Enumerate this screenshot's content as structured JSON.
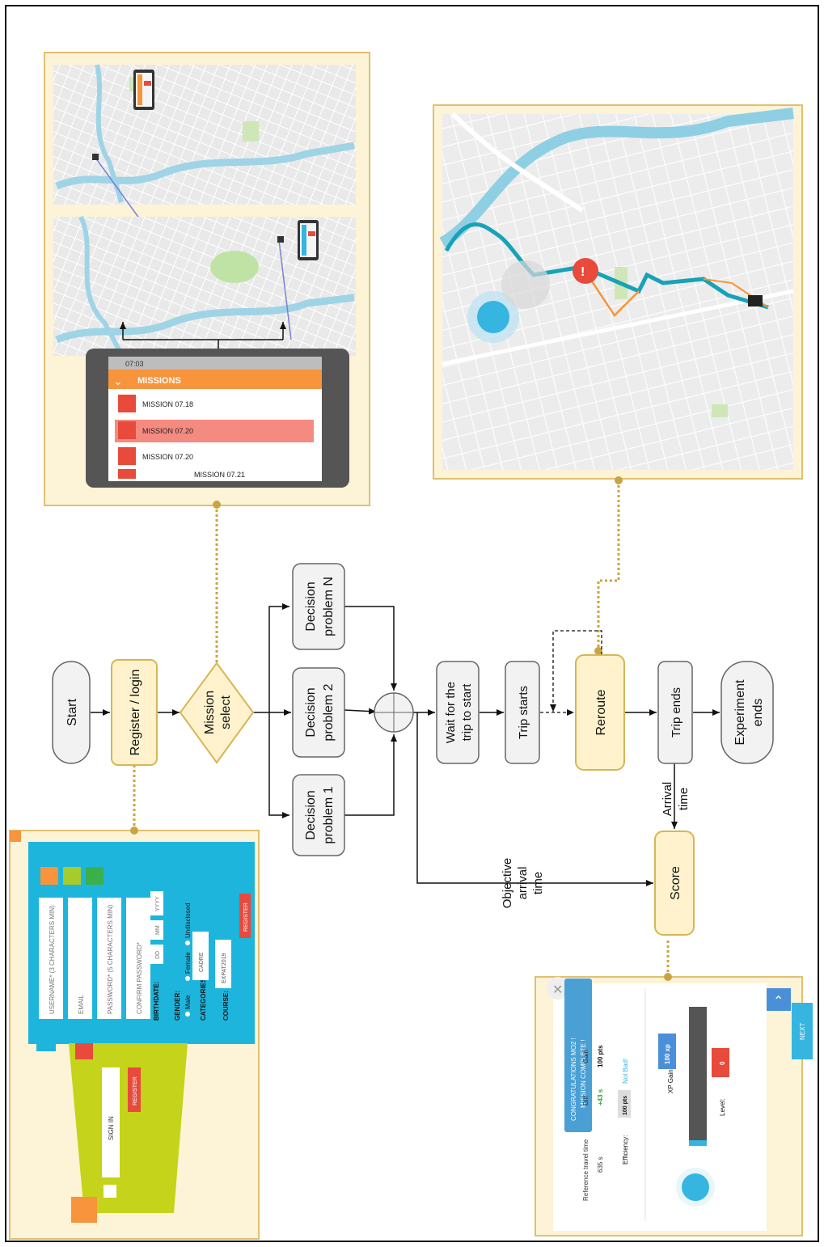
{
  "flow": {
    "start": "Start",
    "register": "Register / login",
    "mission_select": [
      "Mission",
      "select"
    ],
    "decision_1": [
      "Decision",
      "problem 1"
    ],
    "decision_2": [
      "Decision",
      "problem 2"
    ],
    "decision_n": [
      "Decision",
      "problem N"
    ],
    "wait": [
      "Wait for the",
      "trip to start"
    ],
    "trip_starts": "Trip starts",
    "reroute": "Reroute",
    "trip_ends": "Trip ends",
    "experiment_ends": [
      "Experiment",
      "ends"
    ],
    "score": "Score",
    "objective_arrival_time": [
      "Objective",
      "arrival",
      "time"
    ],
    "arrival_time": [
      "Arrival",
      "time"
    ]
  },
  "login_screen": {
    "username_placeholder": "USERNAME* (3 CHARACTERS MIN)",
    "email_placeholder": "EMAIL",
    "password_placeholder": "PASSWORD* (5 CHARACTERS MIN)",
    "confirm_placeholder": "CONFIRM PASSWORD*",
    "birthdate_label": "BIRTHDATE:",
    "dd": "DD",
    "mm": "MM",
    "yyyy": "YYYY",
    "gender_label": "GENDER:",
    "gender_options": [
      "Male",
      "Female",
      "Undisclosed"
    ],
    "categories_label": "CATEGORIES:",
    "categories_value": "CADRE",
    "course_label": "COURSE:",
    "course_value": "EXPAT2019",
    "register_button": "REGISTER",
    "sign_in_button": "SIGN IN",
    "register_small_button": "REGISTER"
  },
  "missions_screen": {
    "time": "07:03",
    "title": "MISSIONS",
    "items": [
      "MISSION 07.18",
      "MISSION 07.20",
      "MISSION 07.20",
      "MISSION 07.21"
    ]
  },
  "score_screen": {
    "banner": [
      "CONGRATULATIONS MO2 !",
      "MISSION COMPLETE !"
    ],
    "reference_label": "Reference travel time",
    "reference_value": "635 s",
    "diff_label": "Diff",
    "diff_value": "+43 s",
    "gain_label": "Gain",
    "gain_value": "100 pts",
    "efficiency_label": "Efficiency:",
    "efficiency_value": "100 pts",
    "efficiency_comment": "Not Bad!",
    "xp_label": "XP Gain:",
    "xp_value": "100 xp",
    "level_label": "Level:",
    "level_value": "0",
    "next_button": "NEXT"
  },
  "colors": {
    "panel_bg": "#fdf3d6",
    "panel_border": "#e0c070",
    "node_bg": "#f2f2f2",
    "node_border": "#666666",
    "highlight_bg": "#fff2cc",
    "highlight_border": "#d6b656",
    "connector": "#c9a541",
    "login_blue": "#1eb5dc",
    "lime": "#c5d31a",
    "orange": "#f7943c",
    "red": "#e84a3c"
  }
}
